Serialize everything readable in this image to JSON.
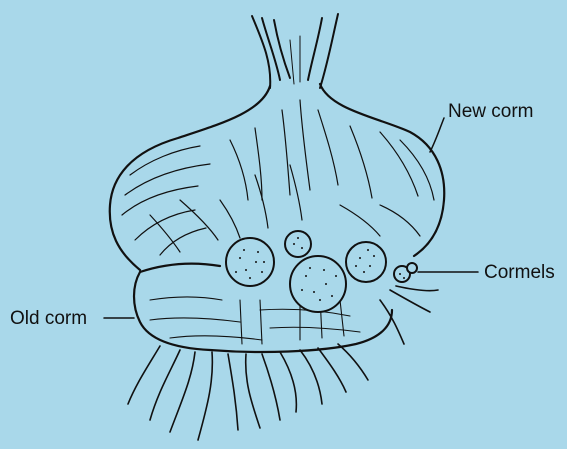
{
  "diagram": {
    "labels": {
      "new_corm": "New corm",
      "cormels": "Cormels",
      "old_corm": "Old corm"
    },
    "colors": {
      "background": "#a9d8ea",
      "ink": "#111111"
    }
  }
}
